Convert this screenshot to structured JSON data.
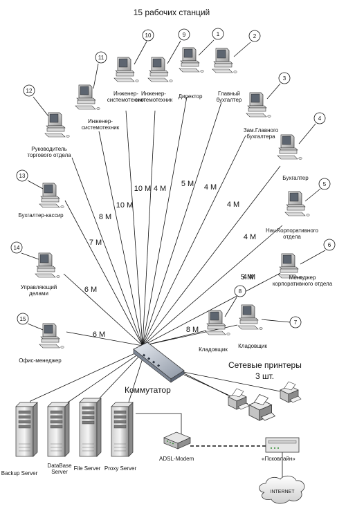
{
  "header": {
    "title": "15 рабочих станций"
  },
  "switch_label": "Коммутатор",
  "printers": {
    "title": "Сетевые принтеры",
    "count": "3 шт."
  },
  "workstations": [
    {
      "num": "1",
      "label": "Директор",
      "speed": "5 М"
    },
    {
      "num": "2",
      "label": "Главный\nбухгалтер",
      "speed": "4 М"
    },
    {
      "num": "3",
      "label": "Зам.Главного\nбухгалтера",
      "speed": "4 М"
    },
    {
      "num": "4",
      "label": "Бухгалтер",
      "speed": "4 М"
    },
    {
      "num": "5",
      "label": "Нач.Корпоративного\nотдела",
      "speed": "4 М"
    },
    {
      "num": "6",
      "label": "Менеджер\nкорпоративного отдела",
      "speed": "5 М"
    },
    {
      "num": "7",
      "label": "Кладовщик",
      "speed": ""
    },
    {
      "num": "8",
      "label": "Кладовщик",
      "speed": "8 М"
    },
    {
      "num": "9",
      "label": "Инженер-\nсистемотехник",
      "speed": "4 М"
    },
    {
      "num": "10",
      "label": "Инженер-\nсистемотехник",
      "speed": "10 М"
    },
    {
      "num": "11",
      "label": "Инженер-\nсистемотехник",
      "speed": "10 М"
    },
    {
      "num": "12",
      "label": "Руководитель\nторгового отдела",
      "speed": "8 М"
    },
    {
      "num": "13",
      "label": "Бухгалтер-кассир",
      "speed": "7 М"
    },
    {
      "num": "14",
      "label": "Управляющий\nделами",
      "speed": "6 М"
    },
    {
      "num": "15",
      "label": "Офис-менеджер",
      "speed": "6 М"
    }
  ],
  "servers": [
    {
      "label": "Backup Server"
    },
    {
      "label": "DataBase\nServer"
    },
    {
      "label": "File Server"
    },
    {
      "label": "Proxy Server"
    }
  ],
  "modem": {
    "label": "ADSL-Modem"
  },
  "provider": {
    "label": "«Псковлайн»"
  },
  "internet": {
    "label": "INTERNET"
  }
}
